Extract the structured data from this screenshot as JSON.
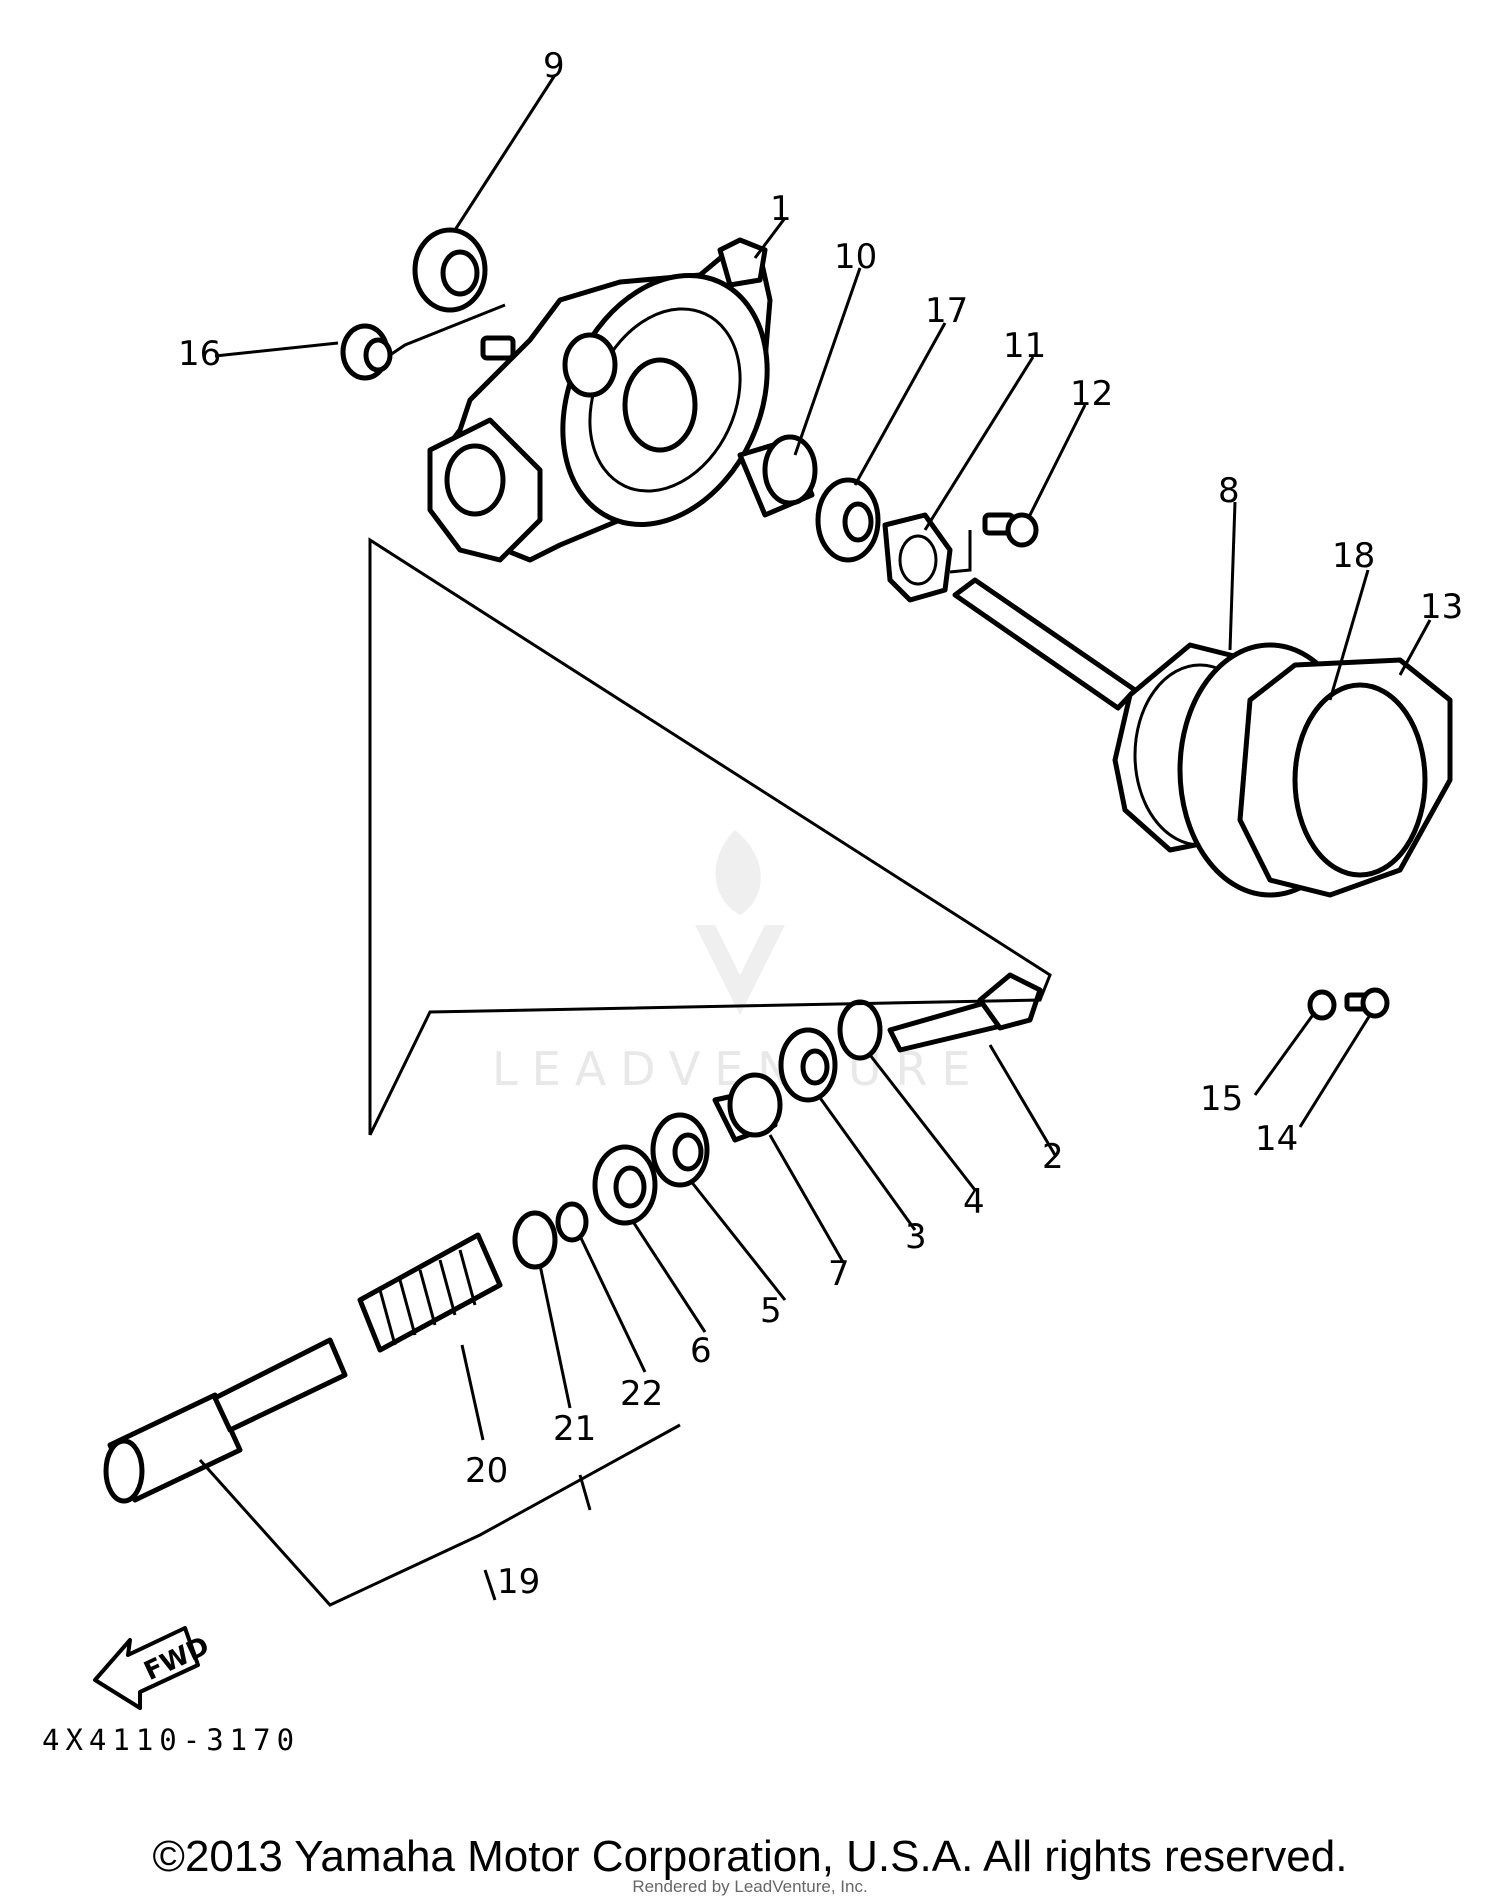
{
  "diagram": {
    "callouts": [
      {
        "id": "1",
        "label": "1"
      },
      {
        "id": "2",
        "label": "2"
      },
      {
        "id": "3",
        "label": "3"
      },
      {
        "id": "4",
        "label": "4"
      },
      {
        "id": "5",
        "label": "5"
      },
      {
        "id": "6",
        "label": "6"
      },
      {
        "id": "7",
        "label": "7"
      },
      {
        "id": "8",
        "label": "8"
      },
      {
        "id": "9",
        "label": "9"
      },
      {
        "id": "10",
        "label": "10"
      },
      {
        "id": "11",
        "label": "11"
      },
      {
        "id": "12",
        "label": "12"
      },
      {
        "id": "13",
        "label": "13"
      },
      {
        "id": "14",
        "label": "14"
      },
      {
        "id": "15",
        "label": "15"
      },
      {
        "id": "16",
        "label": "16"
      },
      {
        "id": "17",
        "label": "17"
      },
      {
        "id": "18",
        "label": "18"
      },
      {
        "id": "19",
        "label": "19"
      },
      {
        "id": "20",
        "label": "20"
      },
      {
        "id": "21",
        "label": "21"
      },
      {
        "id": "22",
        "label": "22"
      }
    ],
    "fwd_label": "FWD",
    "diagram_code": "4X4110-3170",
    "watermark": "LEADVENTURE"
  },
  "footer": {
    "copyright": "©2013 Yamaha Motor Corporation, U.S.A. All rights reserved.",
    "rendered_by": "Rendered by LeadVenture, Inc."
  }
}
